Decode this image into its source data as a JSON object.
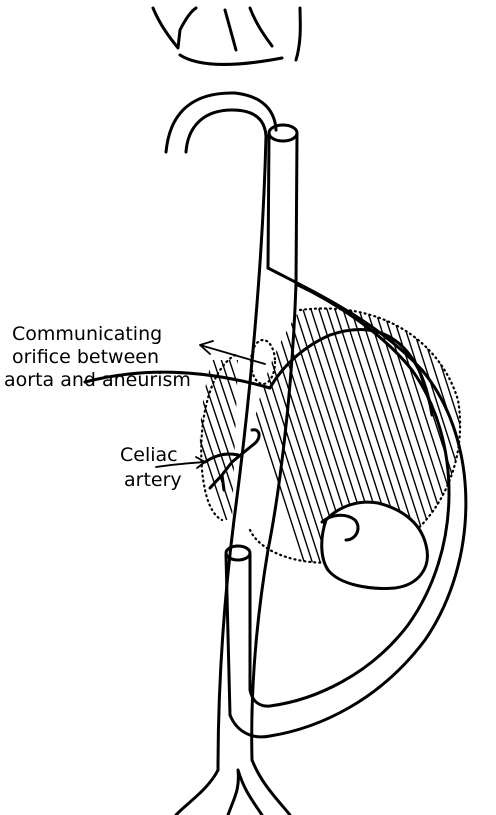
{
  "labels": {
    "orifice_line1": "Communicating",
    "orifice_line2": "orifice  between",
    "orifice_line3": "aorta  and aneurism",
    "celiac_line1": "Celiac",
    "celiac_line2": "artery"
  }
}
